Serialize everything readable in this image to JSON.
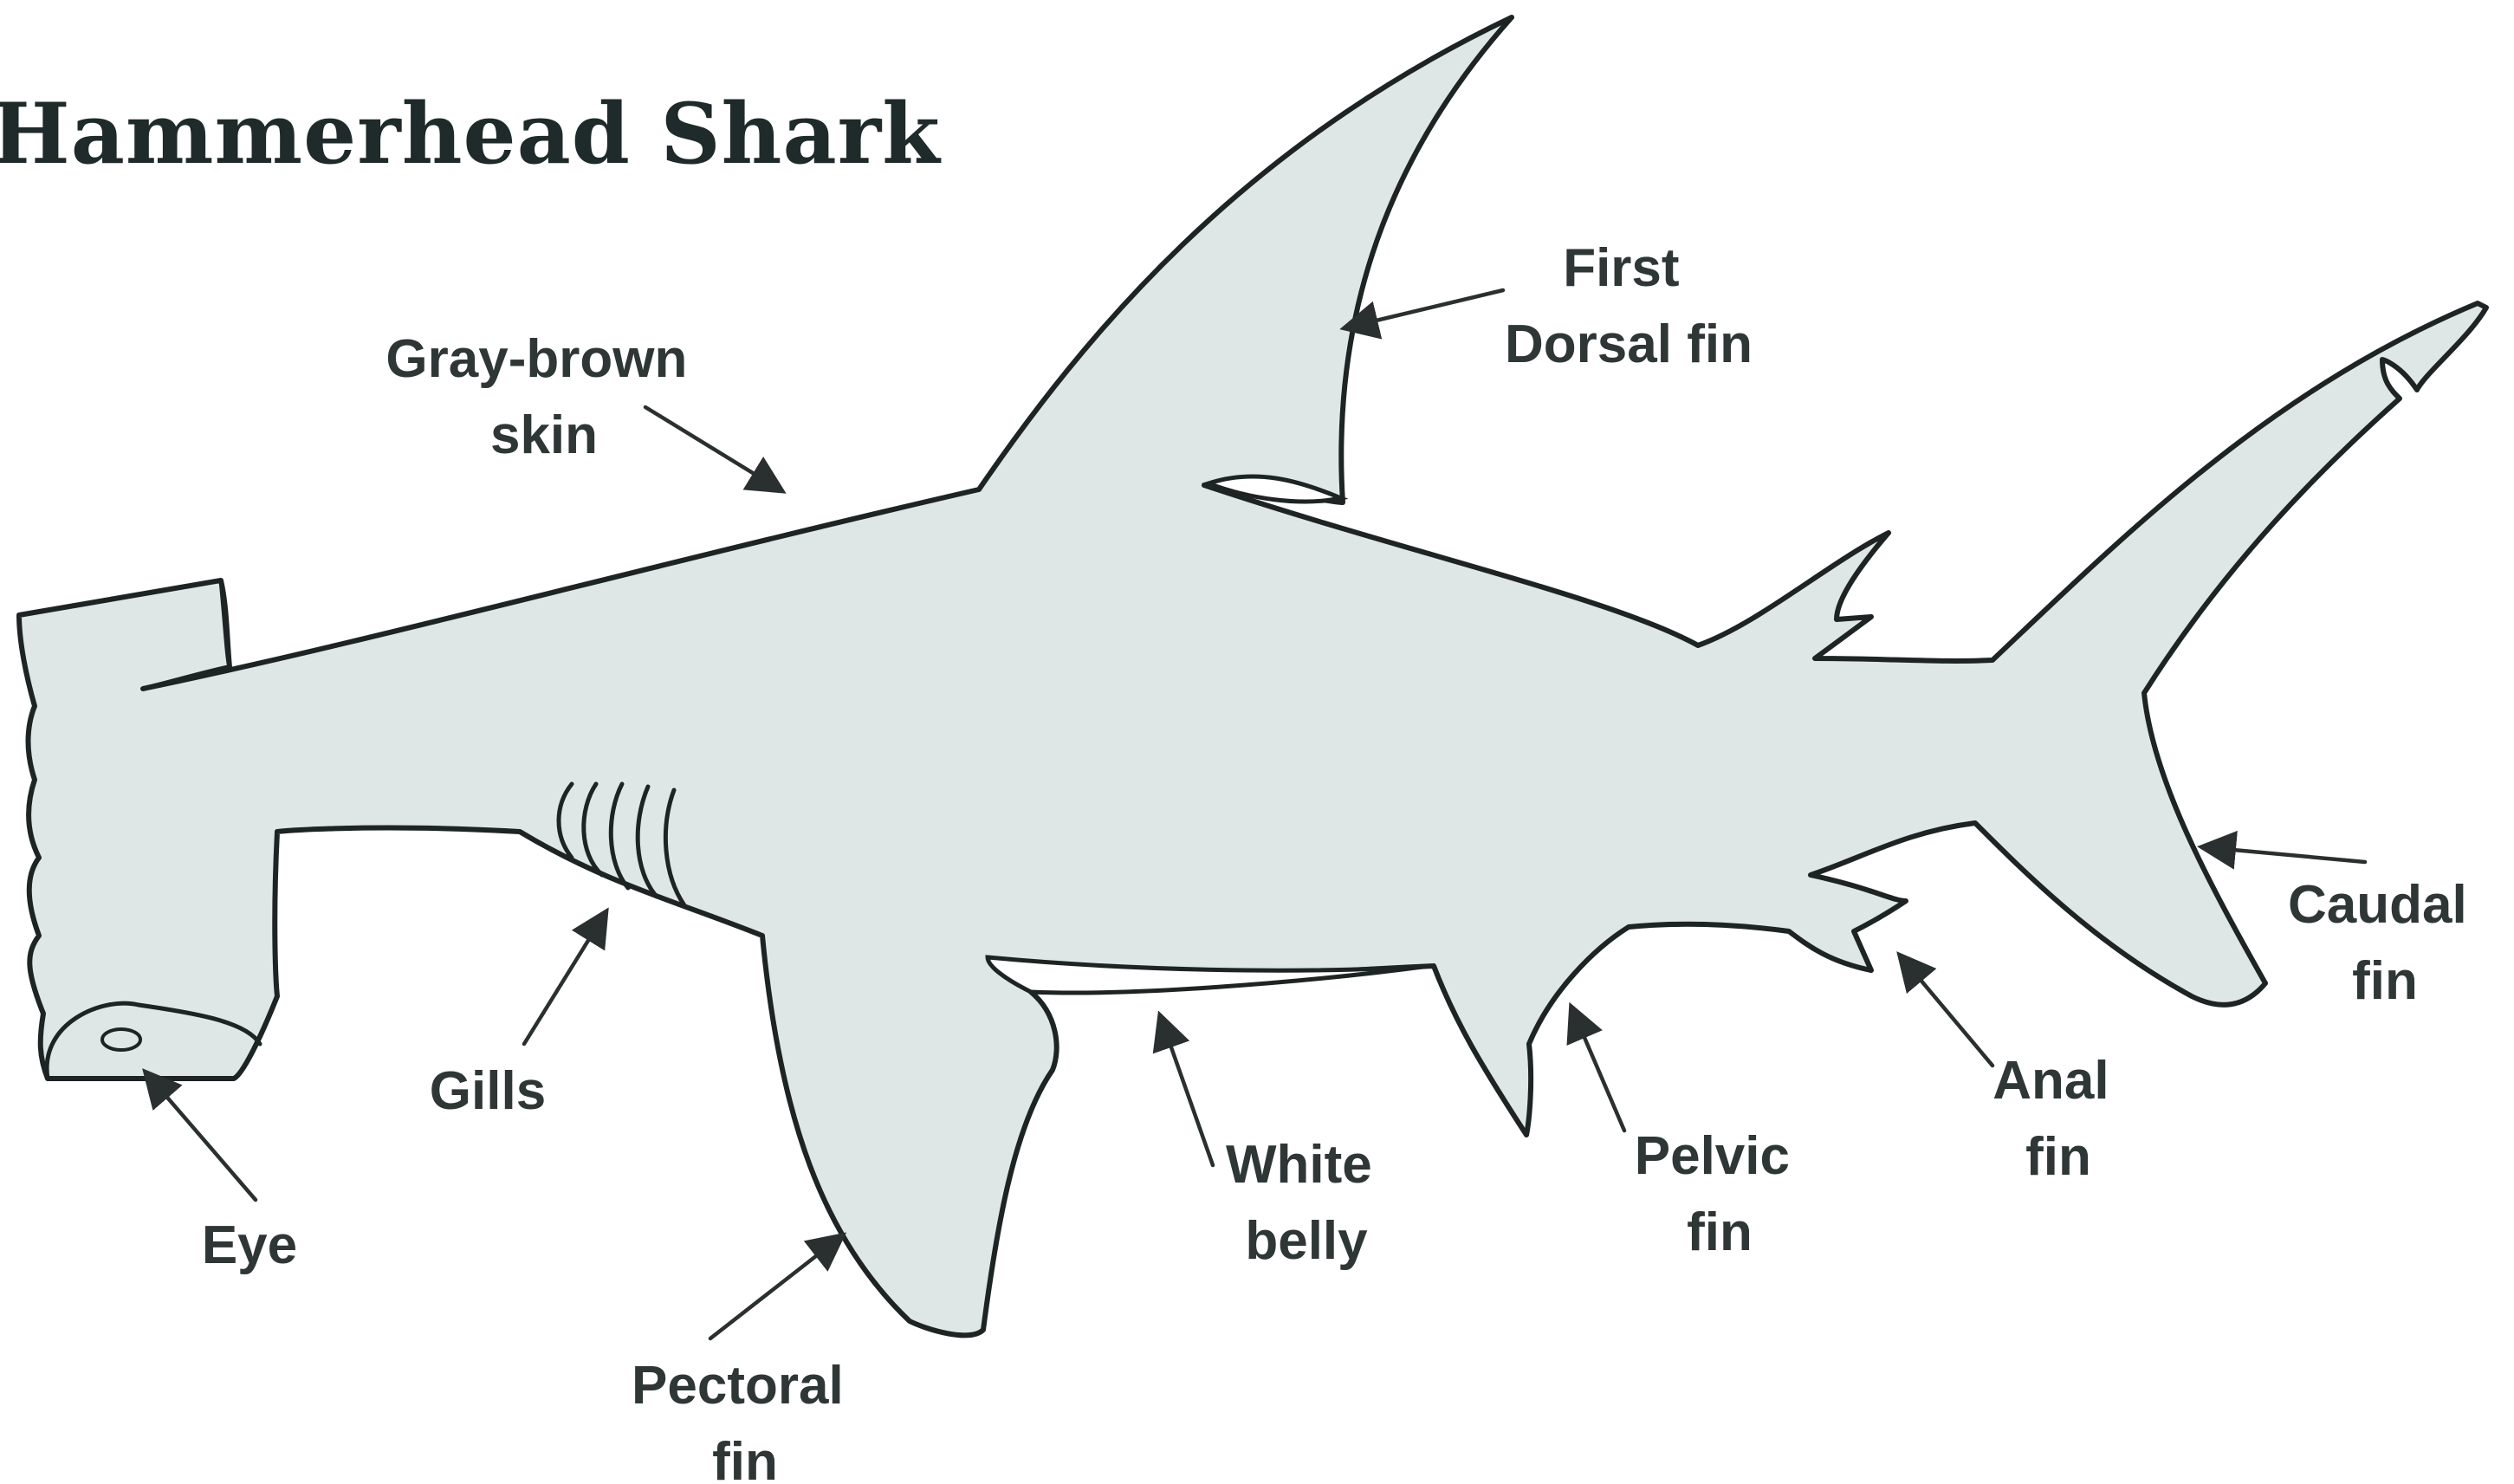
{
  "title": "Hammerhead Shark",
  "labels": {
    "skin": [
      "Gray-brown",
      "skin"
    ],
    "dorsal": [
      "First",
      "Dorsal fin"
    ],
    "caudal": [
      "Caudal",
      "fin"
    ],
    "anal": [
      "Anal",
      "fin"
    ],
    "pelvic": [
      "Pelvic",
      "fin"
    ],
    "belly": [
      "White",
      "belly"
    ],
    "pectoral": [
      "Pectoral",
      "fin"
    ],
    "gills": [
      "Gills"
    ],
    "eye": [
      "Eye"
    ]
  },
  "colors": {
    "body": "#dfe7e6",
    "outline": "#1e2424",
    "text": "#2f3636"
  }
}
